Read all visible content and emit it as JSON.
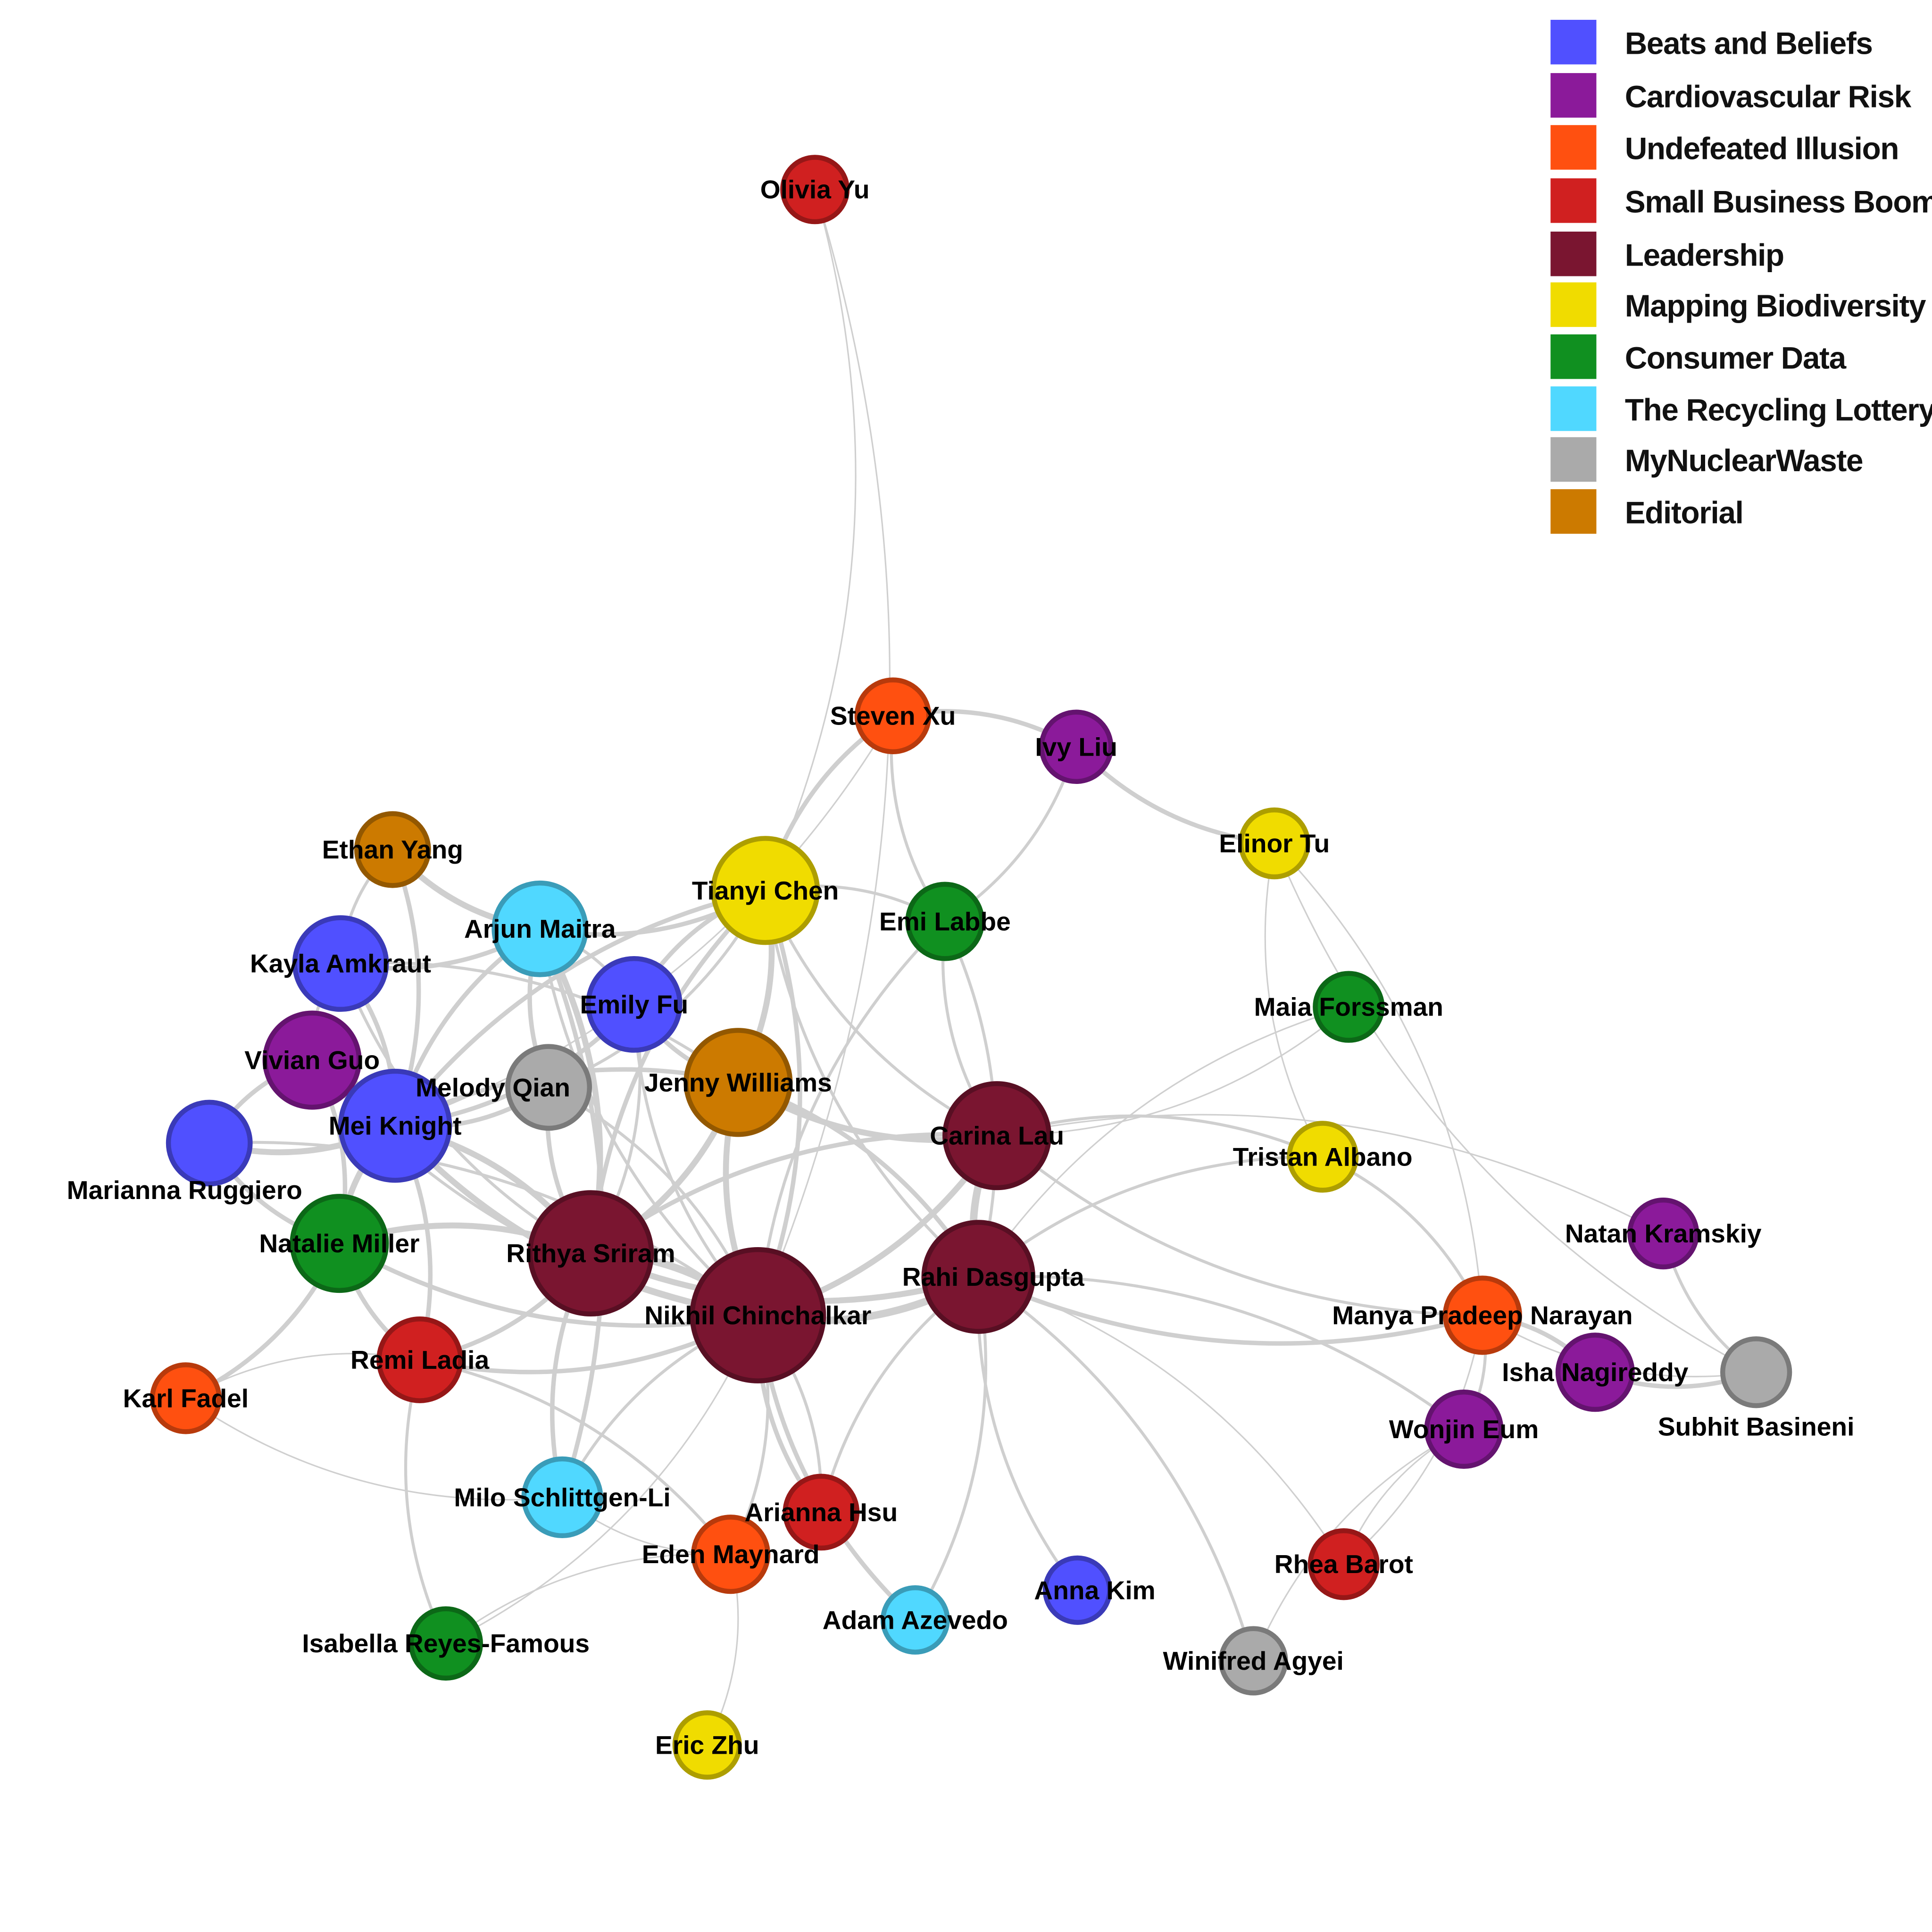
{
  "legend": [
    {
      "label": "Beats and Beliefs",
      "color": "#5050ff"
    },
    {
      "label": "Cardiovascular Risk",
      "color": "#8b1a9a"
    },
    {
      "label": "Undefeated Illusion",
      "color": "#ff5010"
    },
    {
      "label": "Small Business Boom",
      "color": "#d02020"
    },
    {
      "label": "Leadership",
      "color": "#7a1530"
    },
    {
      "label": "Mapping Biodiversity",
      "color": "#f0dc00"
    },
    {
      "label": "Consumer Data",
      "color": "#109020"
    },
    {
      "label": "The Recycling Lottery",
      "color": "#50d8ff"
    },
    {
      "label": "MyNuclearWaste",
      "color": "#aaaaaa"
    },
    {
      "label": "Editorial",
      "color": "#cc7a00"
    }
  ],
  "nodes": [
    {
      "name": "Olivia Yu",
      "group": 3
    },
    {
      "name": "Steven Xu",
      "group": 2
    },
    {
      "name": "Ivy Liu",
      "group": 1
    },
    {
      "name": "Elinor Tu",
      "group": 5
    },
    {
      "name": "Ethan Yang",
      "group": 9
    },
    {
      "name": "Tianyi Chen",
      "group": 5
    },
    {
      "name": "Arjun Maitra",
      "group": 7
    },
    {
      "name": "Emi Labbe",
      "group": 6
    },
    {
      "name": "Kayla Amkraut",
      "group": 0
    },
    {
      "name": "Emily Fu",
      "group": 0
    },
    {
      "name": "Maia Forssman",
      "group": 6
    },
    {
      "name": "Vivian Guo",
      "group": 1
    },
    {
      "name": "Melody Qian",
      "group": 8
    },
    {
      "name": "Jenny Williams",
      "group": 9
    },
    {
      "name": "Mei Knight",
      "group": 0
    },
    {
      "name": "Marianna Ruggiero",
      "group": 0
    },
    {
      "name": "Carina Lau",
      "group": 4
    },
    {
      "name": "Tristan Albano",
      "group": 5
    },
    {
      "name": "Natan Kramskiy",
      "group": 1
    },
    {
      "name": "Natalie Miller",
      "group": 6
    },
    {
      "name": "Rithya Sriram",
      "group": 4
    },
    {
      "name": "Rahi Dasgupta",
      "group": 4
    },
    {
      "name": "Nikhil Chinchalkar",
      "group": 4
    },
    {
      "name": "Manya Pradeep Narayan",
      "group": 2
    },
    {
      "name": "Remi Ladia",
      "group": 3
    },
    {
      "name": "Isha Nagireddy",
      "group": 1
    },
    {
      "name": "Subhit Basineni",
      "group": 8
    },
    {
      "name": "Karl Fadel",
      "group": 2
    },
    {
      "name": "Wonjin Eum",
      "group": 1
    },
    {
      "name": "Milo Schlittgen-Li",
      "group": 7
    },
    {
      "name": "Arianna Hsu",
      "group": 3
    },
    {
      "name": "Eden Maynard",
      "group": 2
    },
    {
      "name": "Anna Kim",
      "group": 0
    },
    {
      "name": "Rhea Barot",
      "group": 3
    },
    {
      "name": "Adam Azevedo",
      "group": 7
    },
    {
      "name": "Winifred Agyei",
      "group": 8
    },
    {
      "name": "Isabella Reyes-Famous",
      "group": 6
    },
    {
      "name": "Eric Zhu",
      "group": 5
    }
  ],
  "edges": [
    [
      0,
      5,
      1
    ],
    [
      1,
      5,
      3
    ],
    [
      1,
      2,
      3
    ],
    [
      2,
      3,
      3
    ],
    [
      2,
      7,
      2
    ],
    [
      1,
      7,
      2
    ],
    [
      1,
      14,
      1
    ],
    [
      4,
      6,
      4
    ],
    [
      4,
      14,
      3
    ],
    [
      4,
      8,
      2
    ],
    [
      5,
      6,
      3
    ],
    [
      5,
      9,
      3
    ],
    [
      5,
      13,
      4
    ],
    [
      5,
      20,
      3
    ],
    [
      5,
      22,
      3
    ],
    [
      5,
      16,
      2
    ],
    [
      5,
      7,
      2
    ],
    [
      5,
      14,
      3
    ],
    [
      5,
      12,
      2
    ],
    [
      5,
      21,
      2
    ],
    [
      6,
      8,
      3
    ],
    [
      6,
      14,
      3
    ],
    [
      6,
      20,
      4
    ],
    [
      6,
      12,
      3
    ],
    [
      6,
      9,
      2
    ],
    [
      6,
      22,
      2
    ],
    [
      6,
      29,
      3
    ],
    [
      7,
      22,
      2
    ],
    [
      7,
      21,
      2
    ],
    [
      7,
      16,
      2
    ],
    [
      8,
      14,
      3
    ],
    [
      8,
      11,
      2
    ],
    [
      8,
      13,
      2
    ],
    [
      8,
      20,
      2
    ],
    [
      9,
      14,
      3
    ],
    [
      9,
      13,
      3
    ],
    [
      9,
      20,
      2
    ],
    [
      9,
      22,
      2
    ],
    [
      10,
      16,
      1
    ],
    [
      10,
      21,
      1
    ],
    [
      11,
      14,
      3
    ],
    [
      11,
      15,
      3
    ],
    [
      11,
      19,
      3
    ],
    [
      11,
      22,
      2
    ],
    [
      12,
      14,
      3
    ],
    [
      12,
      20,
      3
    ],
    [
      12,
      22,
      2
    ],
    [
      13,
      16,
      4
    ],
    [
      13,
      20,
      4
    ],
    [
      13,
      22,
      4
    ],
    [
      13,
      21,
      3
    ],
    [
      13,
      14,
      3
    ],
    [
      14,
      15,
      4
    ],
    [
      14,
      19,
      4
    ],
    [
      14,
      20,
      4
    ],
    [
      14,
      22,
      4
    ],
    [
      14,
      24,
      3
    ],
    [
      15,
      19,
      3
    ],
    [
      15,
      22,
      2
    ],
    [
      16,
      21,
      5
    ],
    [
      16,
      22,
      4
    ],
    [
      16,
      20,
      3
    ],
    [
      16,
      17,
      2
    ],
    [
      16,
      23,
      2
    ],
    [
      16,
      18,
      1
    ],
    [
      17,
      21,
      2
    ],
    [
      17,
      23,
      2
    ],
    [
      3,
      17,
      1
    ],
    [
      3,
      23,
      1
    ],
    [
      18,
      26,
      2
    ],
    [
      19,
      20,
      4
    ],
    [
      19,
      22,
      3
    ],
    [
      19,
      27,
      3
    ],
    [
      19,
      24,
      3
    ],
    [
      20,
      22,
      5
    ],
    [
      20,
      21,
      4
    ],
    [
      20,
      24,
      3
    ],
    [
      20,
      29,
      3
    ],
    [
      21,
      22,
      5
    ],
    [
      21,
      23,
      3
    ],
    [
      21,
      28,
      2
    ],
    [
      21,
      32,
      2
    ],
    [
      21,
      35,
      2
    ],
    [
      21,
      30,
      2
    ],
    [
      21,
      34,
      2
    ],
    [
      22,
      30,
      3
    ],
    [
      22,
      31,
      2
    ],
    [
      22,
      34,
      3
    ],
    [
      22,
      24,
      3
    ],
    [
      22,
      29,
      2
    ],
    [
      23,
      25,
      3
    ],
    [
      25,
      26,
      3
    ],
    [
      23,
      28,
      2
    ],
    [
      28,
      33,
      1
    ],
    [
      23,
      33,
      1
    ],
    [
      24,
      36,
      2
    ],
    [
      24,
      31,
      2
    ],
    [
      27,
      29,
      1
    ],
    [
      27,
      24,
      1
    ],
    [
      29,
      31,
      1
    ],
    [
      31,
      37,
      1
    ],
    [
      30,
      22,
      2
    ],
    [
      36,
      31,
      1
    ],
    [
      36,
      22,
      1
    ],
    [
      35,
      28,
      1
    ],
    [
      33,
      21,
      1
    ],
    [
      26,
      23,
      1
    ],
    [
      3,
      26,
      1
    ],
    [
      0,
      22,
      1
    ]
  ]
}
